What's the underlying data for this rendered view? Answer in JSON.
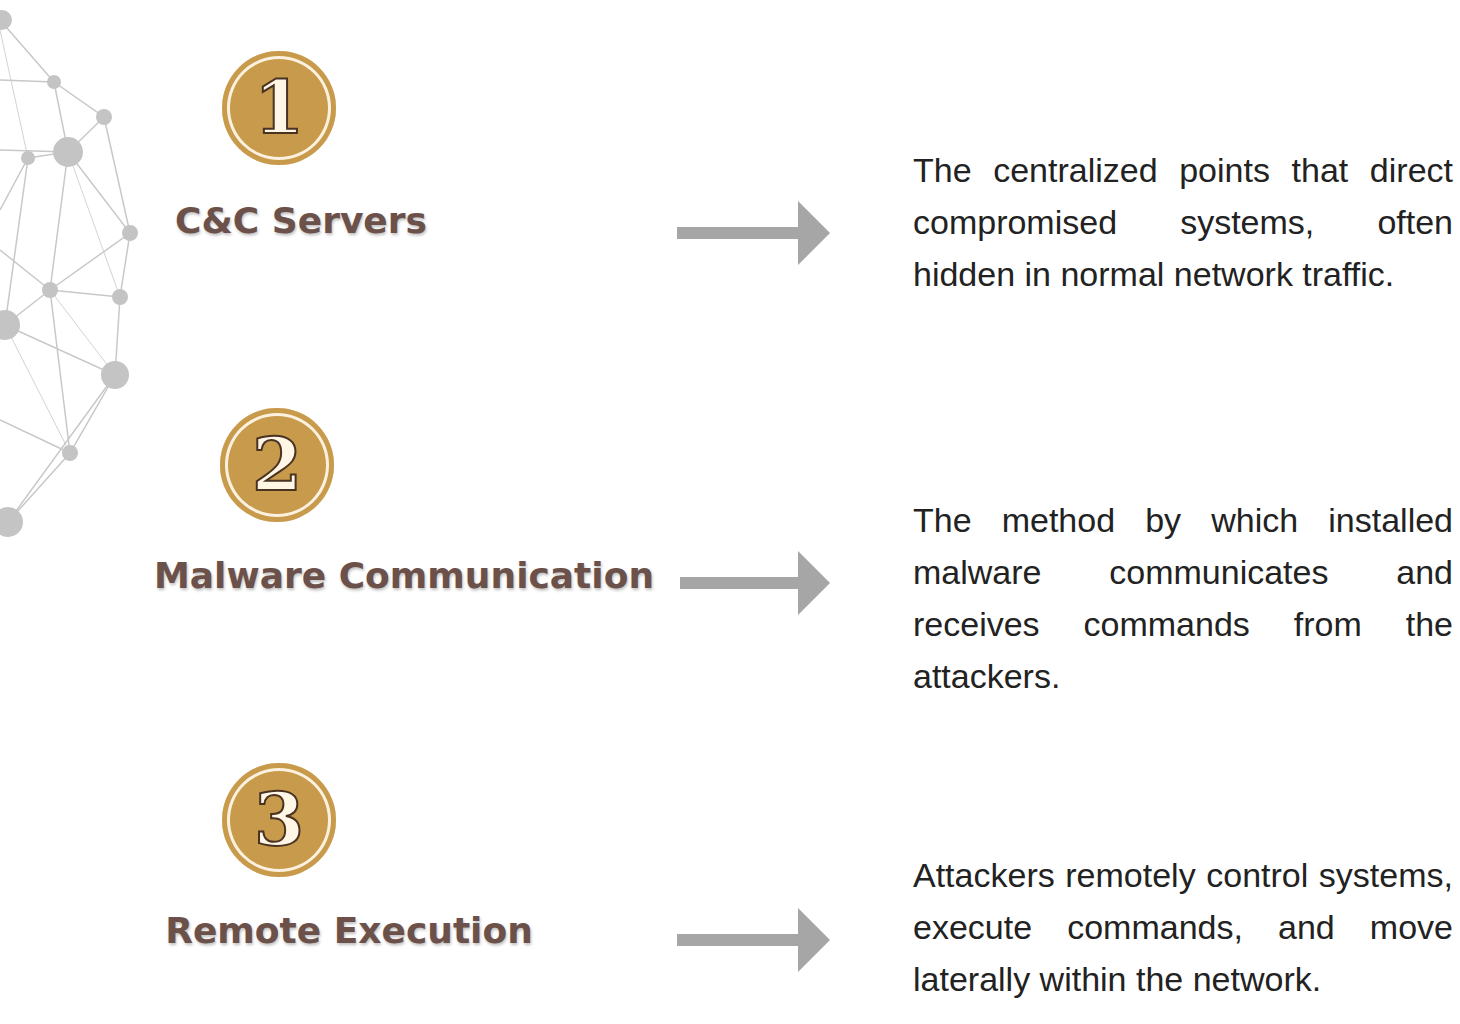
{
  "diagram": {
    "nodes": [
      {
        "text": [
          "1",
          "C&C Servers"
        ]
      },
      {
        "text": [
          "2",
          "Malware Communication"
        ]
      },
      {
        "text": [
          "3",
          "Remote Execution"
        ]
      }
    ],
    "labels": [
      "The centralized points that direct compromised systems, often hidden in normal network traffic.",
      "The method by which installed malware communicates and receives commands from the attackers.",
      "Attackers remotely control systems, execute commands, and move laterally within the network."
    ]
  }
}
